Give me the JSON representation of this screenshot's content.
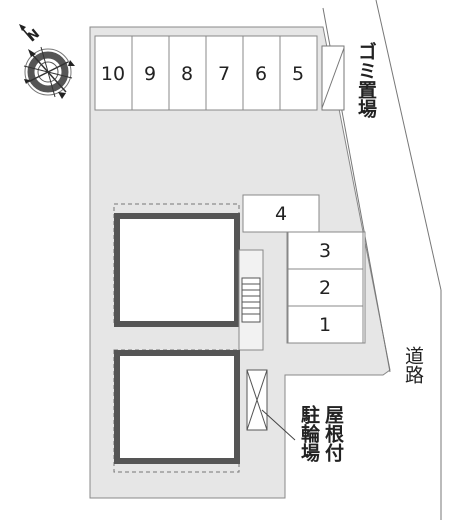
{
  "compass": {
    "north_label": "N"
  },
  "parking": {
    "top_row": [
      "10",
      "9",
      "8",
      "7",
      "6",
      "5"
    ],
    "middle": "4",
    "right_column": [
      "3",
      "2",
      "1"
    ]
  },
  "labels": {
    "garbage": "ゴミ置場",
    "road": "道路",
    "bicycle": "駐輪場",
    "roofed": "屋根付"
  }
}
